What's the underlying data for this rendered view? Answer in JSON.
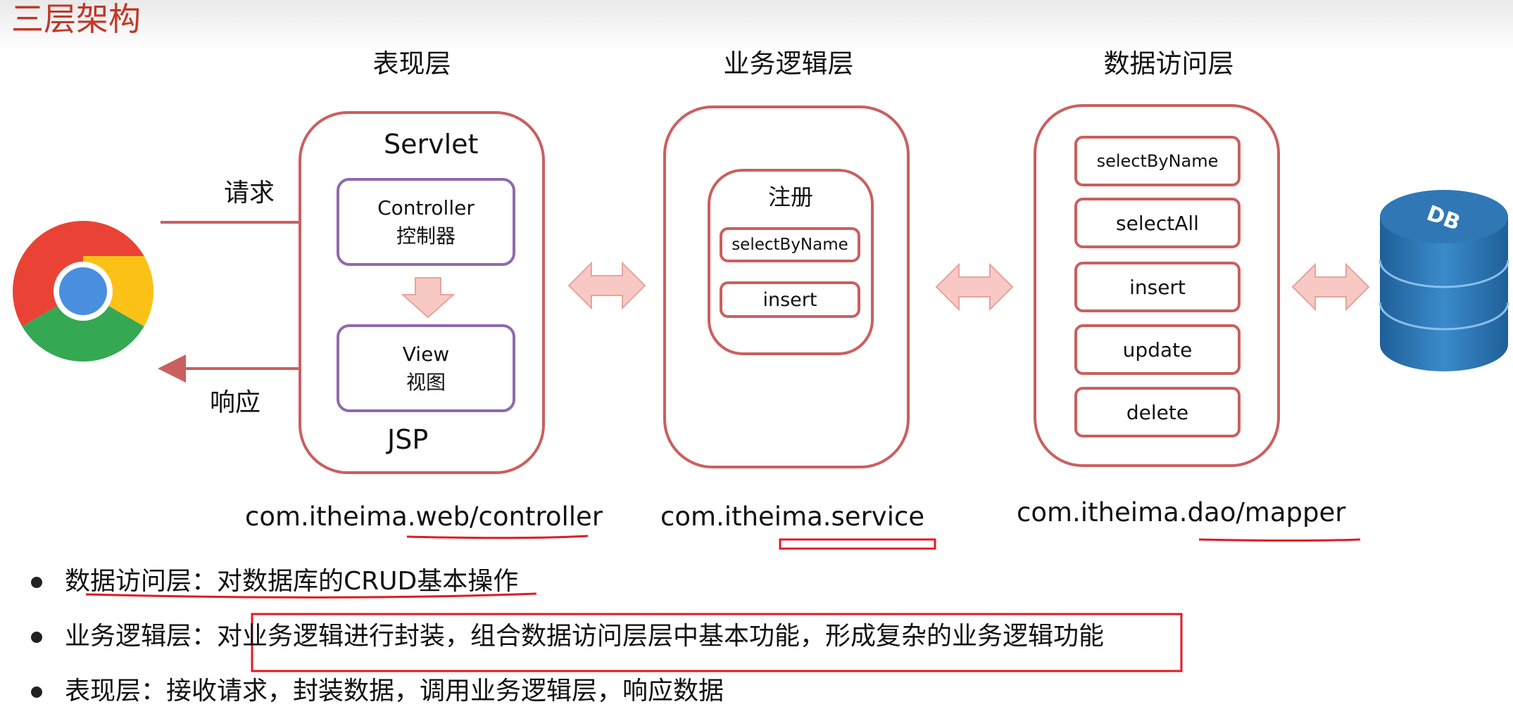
{
  "page_title": "三层架构",
  "layers": {
    "presentation": {
      "title": "表现层",
      "servlet": "Servlet",
      "controller_line1": "Controller",
      "controller_line2": "控制器",
      "view_line1": "View",
      "view_line2": "视图",
      "jsp": "JSP",
      "package": "com.itheima.web/controller"
    },
    "business": {
      "title": "业务逻辑层",
      "group_title": "注册",
      "items": [
        "selectByName",
        "insert"
      ],
      "package": "com.itheima.service"
    },
    "data": {
      "title": "数据访问层",
      "items": [
        "selectByName",
        "selectAll",
        "insert",
        "update",
        "delete"
      ],
      "package": "com.itheima.dao/mapper"
    }
  },
  "client": {
    "request_label": "请求",
    "response_label": "响应"
  },
  "database": {
    "label": "DB"
  },
  "bullets": [
    "数据访问层：对数据库的CRUD基本操作",
    "业务逻辑层：对业务逻辑进行封装，组合数据访问层层中基本功能，形成复杂的业务逻辑功能",
    "表现层：接收请求，封装数据，调用业务逻辑层，响应数据"
  ],
  "colors": {
    "title": "#c0392b",
    "panel_border": "#c9605f",
    "purple_border": "#8e6aae",
    "annotation_red": "#e01b24",
    "arrow_fill": "#f8c9c4",
    "db_blue": "#2f78b5"
  }
}
